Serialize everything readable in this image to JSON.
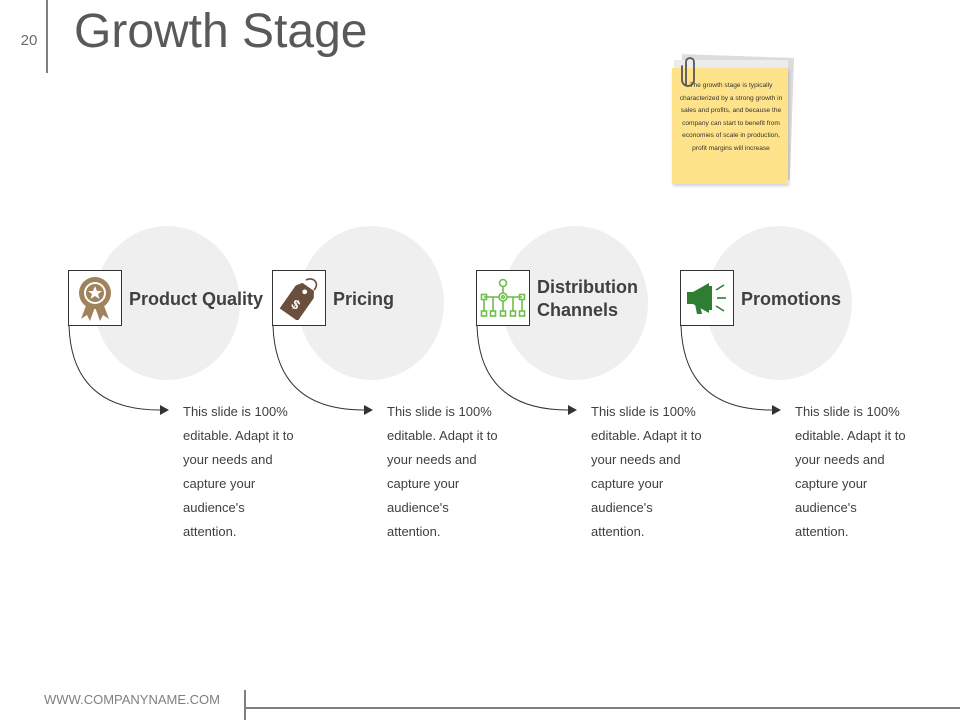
{
  "slide": {
    "number": "20",
    "title": "Growth Stage"
  },
  "note": {
    "text": "The growth stage is typically characterized by a strong growth in sales and profits, and because the company can start to benefit from economies of scale in production, profit margins will increase",
    "color": "#ffe38a"
  },
  "stages": [
    {
      "label": "Product Quality",
      "icon": "award-ribbon-icon",
      "icon_color": "#a0835c",
      "description": "This slide is 100% editable. Adapt it to your needs and capture your audience's attention."
    },
    {
      "label": "Pricing",
      "icon": "price-tag-icon",
      "icon_color": "#6b4f3e",
      "description": "This slide is 100% editable. Adapt it to your needs and capture your audience's attention."
    },
    {
      "label": "Distribution Channels",
      "icon": "network-diagram-icon",
      "icon_color": "#6cc04a",
      "description": "This slide is 100% editable. Adapt it to your needs and capture your audience's attention."
    },
    {
      "label": "Promotions",
      "icon": "megaphone-icon",
      "icon_color": "#2e7d32",
      "description": "This slide is 100% editable. Adapt it to your needs and capture your audience's attention."
    }
  ],
  "footer": {
    "company": "WWW.COMPANYNAME.COM"
  }
}
